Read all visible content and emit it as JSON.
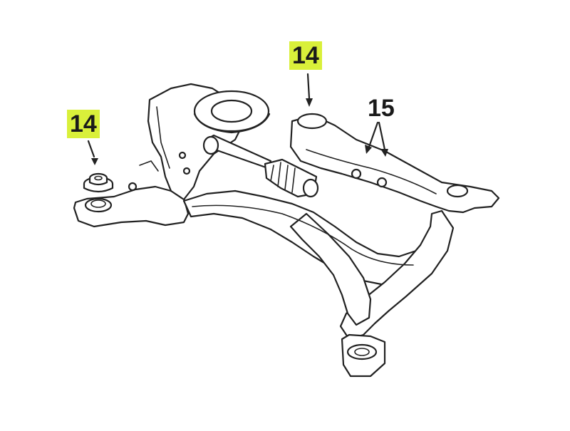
{
  "callouts": [
    {
      "label": "14",
      "highlighted": true
    },
    {
      "label": "14",
      "highlighted": true
    },
    {
      "label": "15",
      "highlighted": false
    }
  ],
  "colors": {
    "highlight": "#d9f03a",
    "ink": "#222222",
    "background": "#ffffff"
  }
}
